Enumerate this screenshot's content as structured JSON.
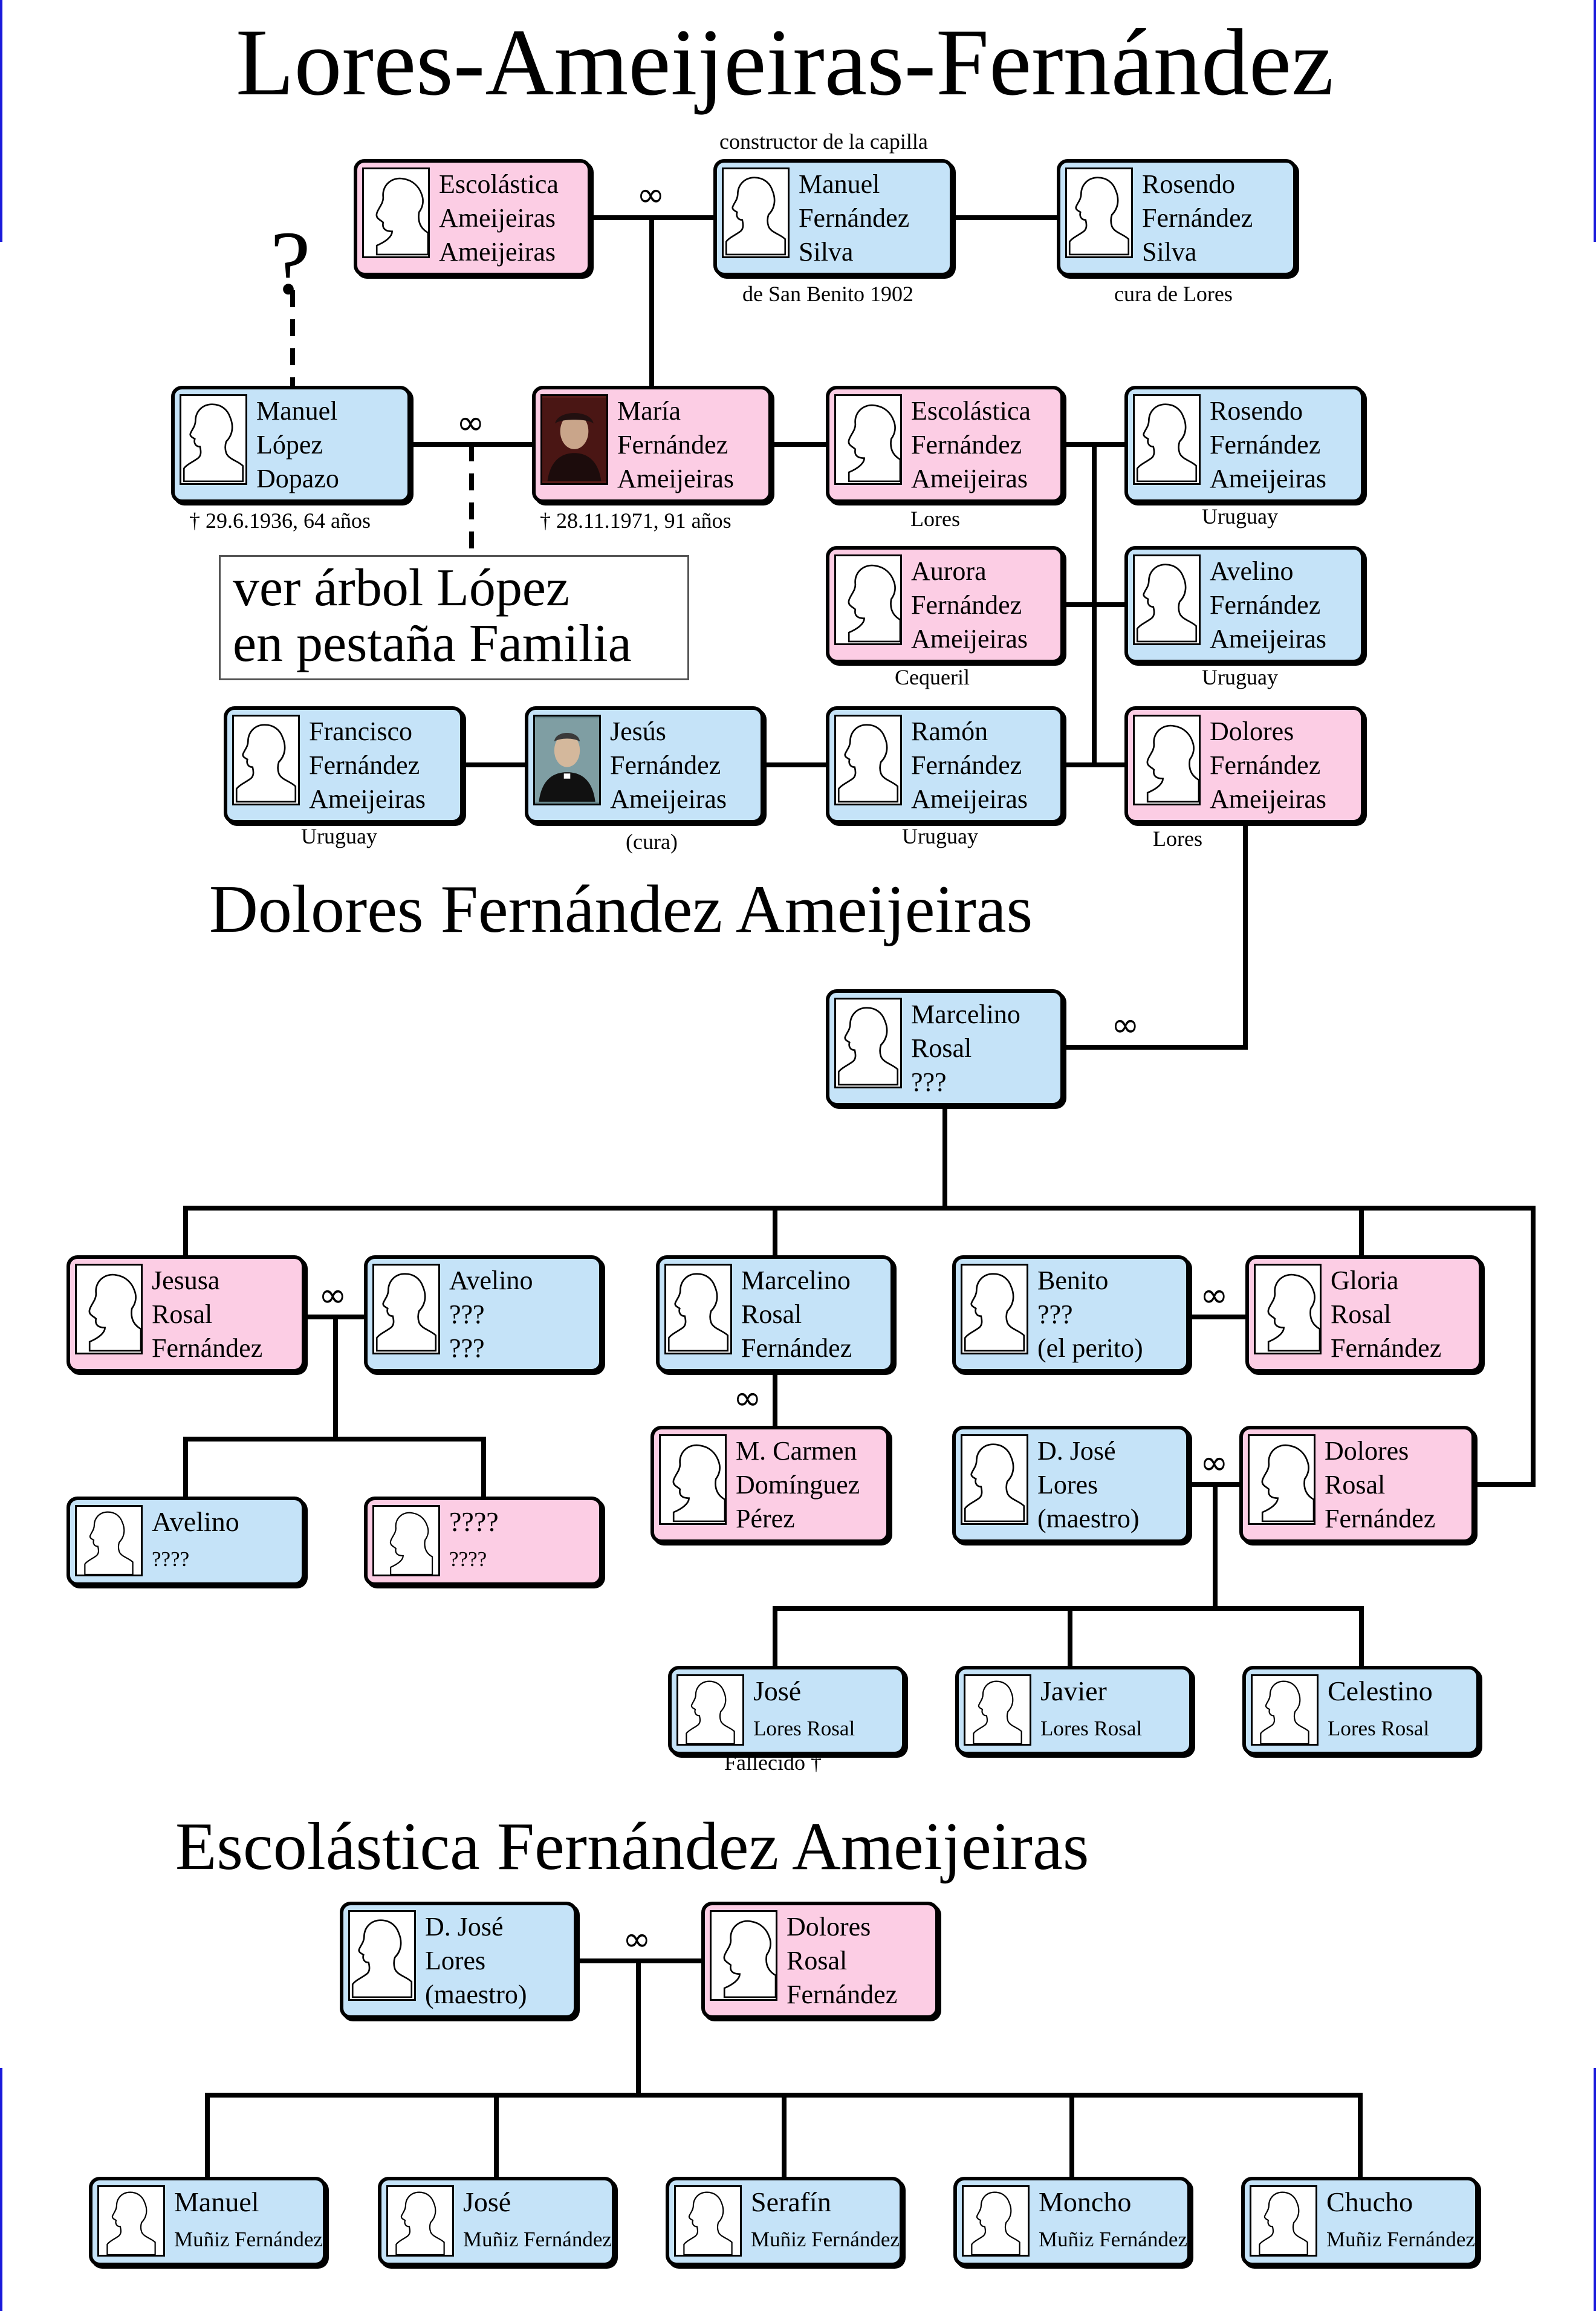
{
  "titles": {
    "main": "Lores-Ameijeiras-Fernández",
    "dolores": "Dolores Fernández Ameijeiras",
    "escolastica": "Escolástica Fernández Ameijeiras"
  },
  "note": {
    "line1": "ver árbol López",
    "line2": "en pestaña Familia"
  },
  "unknown_parent_mark": "?",
  "marriage_symbol": "∞",
  "colors": {
    "male": "#c5e3f8",
    "female": "#fccde4"
  },
  "people": {
    "escolastica_aa": {
      "lines": [
        "Escolástica",
        "Ameijeiras",
        "Ameijeiras"
      ]
    },
    "manuel_fs": {
      "lines": [
        "Manuel",
        "Fernández",
        "Silva"
      ],
      "above": "constructor de la capilla",
      "below": "de San Benito 1902"
    },
    "rosendo_fs": {
      "lines": [
        "Rosendo",
        "Fernández",
        "Silva"
      ],
      "below": "cura de Lores"
    },
    "manuel_ld": {
      "lines": [
        "Manuel",
        "López",
        "Dopazo"
      ],
      "below": "† 29.6.1936, 64 años"
    },
    "maria_fa": {
      "lines": [
        "María",
        "Fernández",
        "Ameijeiras"
      ],
      "below": "† 28.11.1971, 91 años"
    },
    "escolastica_fa": {
      "lines": [
        "Escolástica",
        "Fernández",
        "Ameijeiras"
      ],
      "below": "Lores"
    },
    "rosendo_fa": {
      "lines": [
        "Rosendo",
        "Fernández",
        "Ameijeiras"
      ],
      "below": "Uruguay"
    },
    "aurora_fa": {
      "lines": [
        "Aurora",
        "Fernández",
        "Ameijeiras"
      ],
      "below": "Cequeril"
    },
    "avelino_fa": {
      "lines": [
        "Avelino",
        "Fernández",
        "Ameijeiras"
      ],
      "below": "Uruguay"
    },
    "francisco_fa": {
      "lines": [
        "Francisco",
        "Fernández",
        "Ameijeiras"
      ],
      "below": "Uruguay"
    },
    "jesus_fa": {
      "lines": [
        "Jesús",
        "Fernández",
        "Ameijeiras"
      ],
      "below": "(cura)"
    },
    "ramon_fa": {
      "lines": [
        "Ramón",
        "Fernández",
        "Ameijeiras"
      ],
      "below": "Uruguay"
    },
    "dolores_fa": {
      "lines": [
        "Dolores",
        "Fernández",
        "Ameijeiras"
      ],
      "below": "Lores"
    },
    "marcelino_r": {
      "lines": [
        "Marcelino",
        "Rosal",
        "???"
      ]
    },
    "jesusa_rf": {
      "lines": [
        "Jesusa",
        "Rosal",
        "Fernández"
      ]
    },
    "avelino_q": {
      "lines": [
        "Avelino",
        "???",
        "???"
      ]
    },
    "marcelino_rf": {
      "lines": [
        "Marcelino",
        "Rosal",
        "Fernández"
      ]
    },
    "benito": {
      "lines": [
        "Benito",
        "???",
        "(el perito)"
      ]
    },
    "gloria_rf": {
      "lines": [
        "Gloria",
        "Rosal",
        "Fernández"
      ]
    },
    "mcarmen_dp": {
      "lines": [
        "M. Carmen",
        "Domínguez",
        "Pérez"
      ]
    },
    "djose_1": {
      "lines": [
        "D. José",
        "Lores",
        "(maestro)"
      ]
    },
    "dolores_rf_1": {
      "lines": [
        "Dolores",
        "Rosal",
        "Fernández"
      ]
    },
    "avelino_c": {
      "name": "Avelino",
      "sub": "????"
    },
    "q_c": {
      "name": "????",
      "sub": "????"
    },
    "jose_lr": {
      "name": "José",
      "sub": "Lores Rosal",
      "below": "Fallecido  †"
    },
    "javier_lr": {
      "name": "Javier",
      "sub": "Lores Rosal"
    },
    "celestino_lr": {
      "name": "Celestino",
      "sub": "Lores Rosal"
    },
    "djose_2": {
      "lines": [
        "D. José",
        "Lores",
        "(maestro)"
      ]
    },
    "dolores_rf_2": {
      "lines": [
        "Dolores",
        "Rosal",
        "Fernández"
      ]
    },
    "manuel_mf": {
      "name": "Manuel",
      "sub": "Muñiz Fernández"
    },
    "jose_mf": {
      "name": "José",
      "sub": "Muñiz Fernández"
    },
    "serafin_mf": {
      "name": "Serafín",
      "sub": "Muñiz Fernández"
    },
    "moncho_mf": {
      "name": "Moncho",
      "sub": "Muñiz Fernández"
    },
    "chucho_mf": {
      "name": "Chucho",
      "sub": "Muñiz Fernández"
    }
  }
}
